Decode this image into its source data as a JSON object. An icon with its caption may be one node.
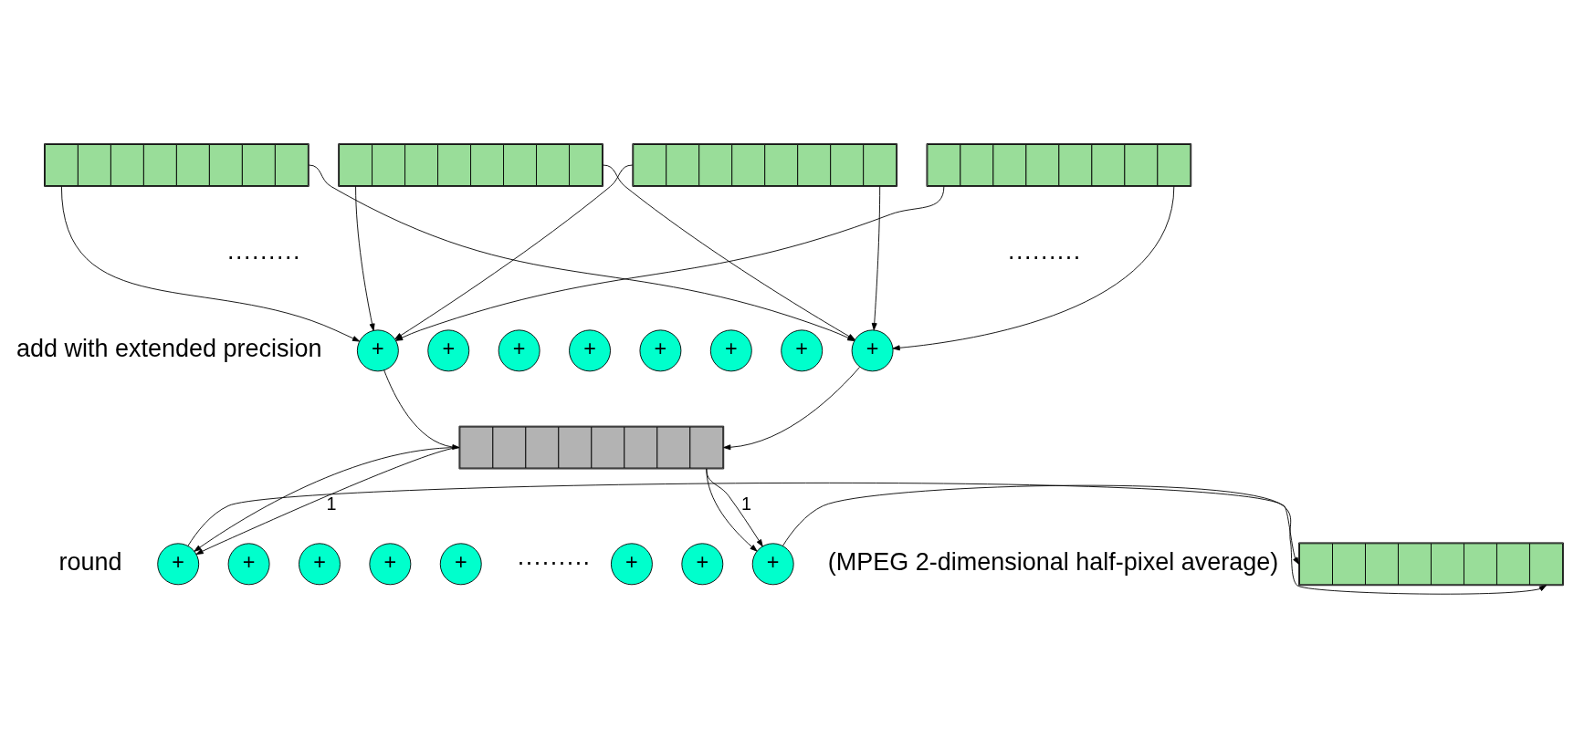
{
  "diagram": {
    "nodes": [
      {
        "text": [],
        "shape": "bar"
      },
      {
        "text": [],
        "shape": "bar"
      },
      {
        "text": [],
        "shape": "bar"
      },
      {
        "text": [],
        "shape": "bar"
      },
      {
        "text": [
          "+"
        ]
      },
      {
        "text": [
          "+"
        ]
      },
      {
        "text": [
          "+"
        ]
      },
      {
        "text": [
          "+"
        ]
      },
      {
        "text": [
          "+"
        ]
      },
      {
        "text": [
          "+"
        ]
      },
      {
        "text": [
          "+"
        ]
      },
      {
        "text": [
          "+"
        ]
      },
      {
        "text": [],
        "shape": "bar"
      },
      {
        "text": [
          "+"
        ]
      },
      {
        "text": [
          "+"
        ]
      },
      {
        "text": [
          "+"
        ]
      },
      {
        "text": [
          "+"
        ]
      },
      {
        "text": [
          "+"
        ]
      },
      {
        "text": [
          "+"
        ]
      },
      {
        "text": [
          "+"
        ]
      },
      {
        "text": [
          "+"
        ]
      },
      {
        "text": [],
        "shape": "bar"
      }
    ],
    "edges": [
      {
        "from": 0,
        "to": 4,
        "arrow": "to"
      },
      {
        "from": 0,
        "to": 11,
        "arrow": "to"
      },
      {
        "from": 1,
        "to": 4,
        "arrow": "to"
      },
      {
        "from": 1,
        "to": 11,
        "arrow": "to"
      },
      {
        "from": 2,
        "to": 4,
        "arrow": "to"
      },
      {
        "from": 2,
        "to": 11,
        "arrow": "to"
      },
      {
        "from": 3,
        "to": 4,
        "arrow": "to"
      },
      {
        "from": 3,
        "to": 11,
        "arrow": "to"
      },
      {
        "from": 4,
        "to": 12,
        "arrow": "to"
      },
      {
        "from": 11,
        "to": 12,
        "arrow": "to"
      },
      {
        "from": 12,
        "to": 13,
        "arrow": "to"
      },
      {
        "from": 12,
        "to": 13,
        "arrow": "to",
        "label": "1"
      },
      {
        "from": 12,
        "to": 20,
        "arrow": "to"
      },
      {
        "from": 12,
        "to": 20,
        "arrow": "to",
        "label": "1"
      },
      {
        "from": 13,
        "to": 21,
        "arrow": "to"
      },
      {
        "from": 20,
        "to": 21,
        "arrow": "to"
      }
    ],
    "labels": [
      "·········",
      "·········",
      "add with extended precision",
      "round",
      "·········",
      "(MPEG 2-dimensional half-pixel average)"
    ]
  }
}
